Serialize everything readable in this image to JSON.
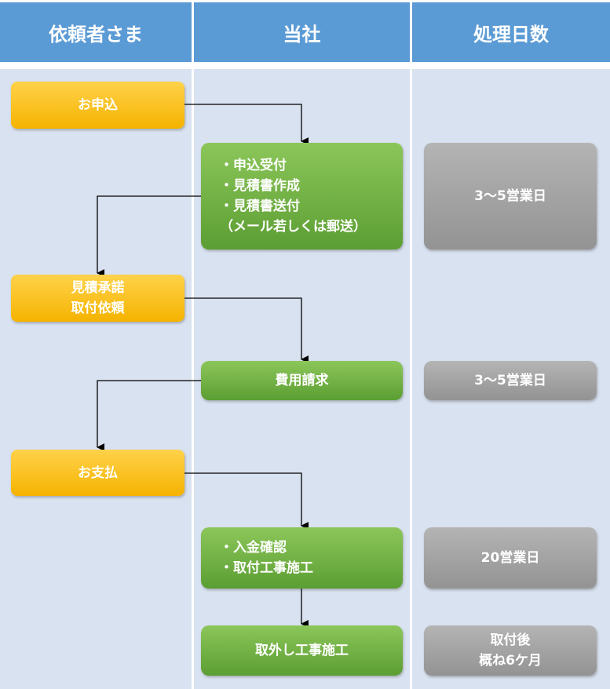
{
  "headers": {
    "client": "依頼者さま",
    "company": "当社",
    "days": "処理日数"
  },
  "client_steps": {
    "apply": "お申込",
    "estimate_approval_line1": "見積承諾",
    "estimate_approval_line2": "取付依頼",
    "payment": "お支払"
  },
  "company_steps": {
    "step1": [
      "・申込受付",
      "・見積書作成",
      "・見積書送付",
      "（メール若しくは郵送）"
    ],
    "step2": "費用請求",
    "step3": [
      "・入金確認",
      "・取付工事施工"
    ],
    "step4": "取外し工事施工"
  },
  "durations": {
    "d1": "3～5営業日",
    "d2": "3～5営業日",
    "d3": "20営業日",
    "d4_line1": "取付後",
    "d4_line2": "概ね6ケ月"
  },
  "colors": {
    "header": "#5b9bd5",
    "lane": "#d9e2f0",
    "client_box": "#f5b300",
    "company_box": "#5b9e33",
    "duration_box": "#a0a0a0"
  }
}
